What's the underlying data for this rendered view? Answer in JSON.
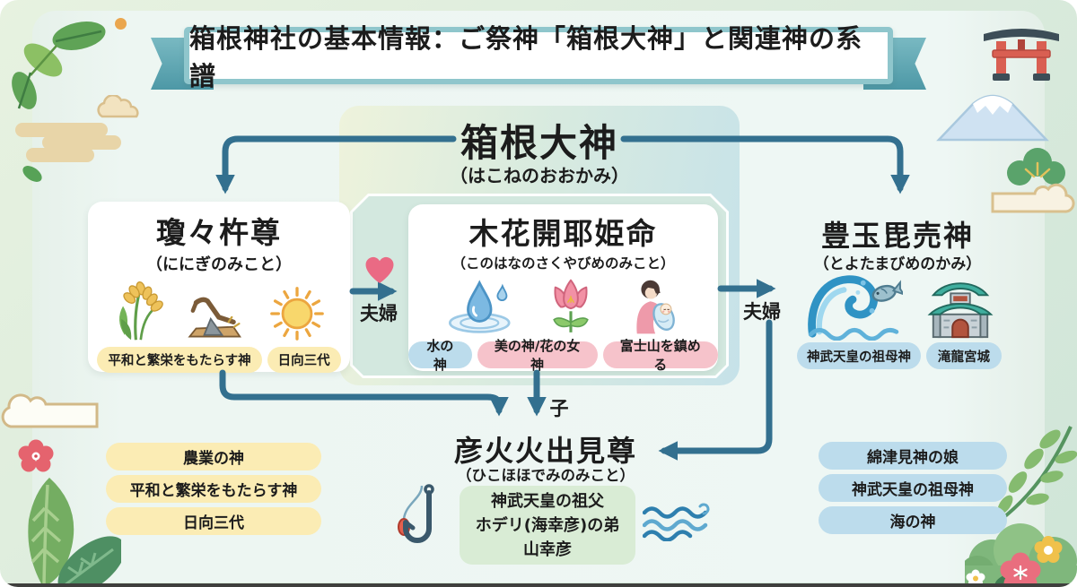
{
  "banner": {
    "title": "箱根神社の基本情報：ご祭神「箱根大神」と関連神の系譜"
  },
  "root": {
    "name": "箱根大神",
    "reading": "（はこねのおおかみ）"
  },
  "ninigi": {
    "name": "瓊々杵尊",
    "reading": "（ににぎのみこと）",
    "icons": [
      "rice-icon",
      "plow-icon",
      "sun-icon"
    ],
    "tags": [
      "平和と繁栄をもたらす神",
      "日向三代"
    ]
  },
  "konohana": {
    "name": "木花開耶姫命",
    "reading": "（このはなのさくやびめのみこと）",
    "icons": [
      "water-drop-icon",
      "flower-icon",
      "mother-baby-icon"
    ],
    "tags": [
      "水の神",
      "美の神/花の女神",
      "富士山を鎮める"
    ]
  },
  "toyotama": {
    "name": "豊玉毘売神",
    "reading": "（とよたまびめのかみ）",
    "icons": [
      "wave-fish-icon",
      "dragon-palace-castle-icon"
    ],
    "tags": [
      "神武天皇の祖母神",
      "滝龍宮城"
    ]
  },
  "hikohoho": {
    "name": "彦火火出見尊",
    "reading": "（ひこほほでみのみこと）",
    "icons": [
      "fishhook-icon",
      "waves-icon"
    ],
    "note_line1": "神武天皇の祖父",
    "note_line2": "ホデリ(海幸彦)の弟",
    "note_line3": "山幸彦"
  },
  "relations": {
    "spouse_left": "夫婦",
    "spouse_right": "夫婦",
    "child": "子"
  },
  "left_tags": [
    "農業の神",
    "平和と繁栄をもたらす神",
    "日向三代"
  ],
  "right_tags": [
    "綿津見神の娘",
    "神武天皇の祖母神",
    "海の神"
  ],
  "colors": {
    "arrow": "#33708f",
    "heart": "#ea6a84",
    "yellow_tag": "#fbecb4",
    "blue_tag": "#bcdcec",
    "pink_tag": "#f6c3cb",
    "green_note": "#d9ecd5",
    "ribbon": "#4d98a6",
    "panel_teal": "#d3e8df"
  }
}
